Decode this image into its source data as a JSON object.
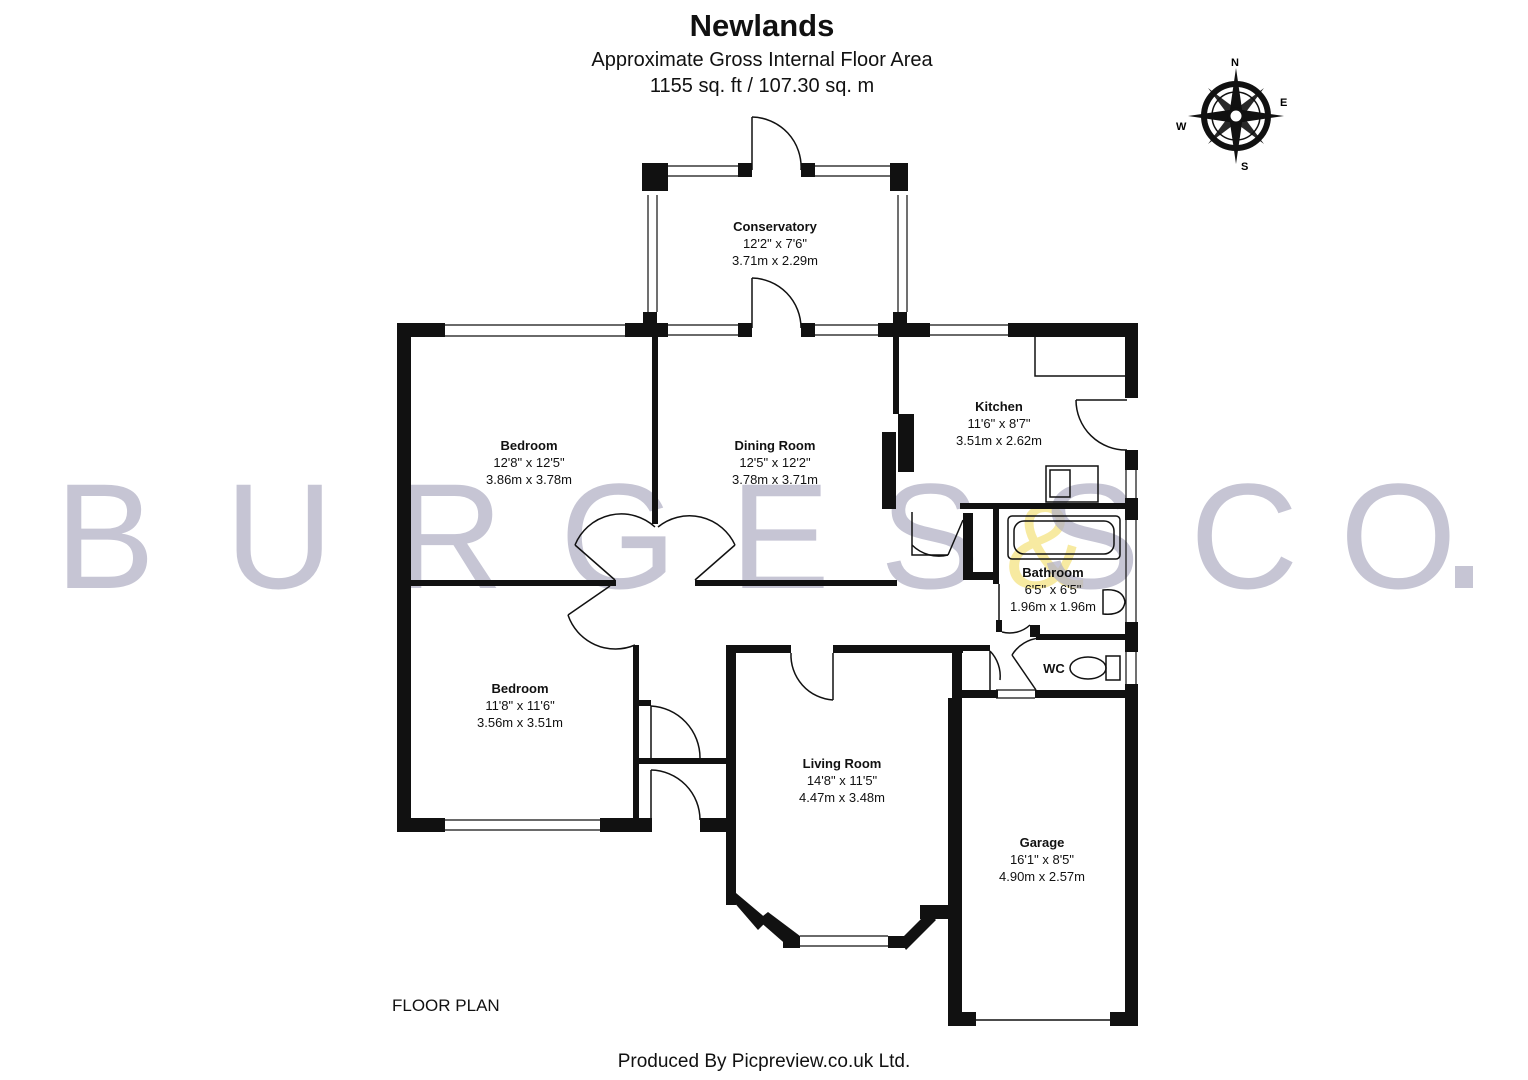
{
  "header": {
    "title": "Newlands",
    "subtitle": "Approximate Gross Internal Floor Area",
    "area": "1155 sq. ft / 107.30 sq. m"
  },
  "compass": {
    "n": "N",
    "e": "E",
    "s": "S",
    "w": "W"
  },
  "watermark": {
    "text": "BURGESS & CO.",
    "color": "#b3b2c6",
    "ampersand_color": "#f5e27a"
  },
  "rooms": {
    "conservatory": {
      "name": "Conservatory",
      "imperial": "12'2\" x 7'6\"",
      "metric": "3.71m x 2.29m"
    },
    "bedroom1": {
      "name": "Bedroom",
      "imperial": "12'8\" x 12'5\"",
      "metric": "3.86m x 3.78m"
    },
    "dining": {
      "name": "Dining Room",
      "imperial": "12'5\" x 12'2\"",
      "metric": "3.78m x 3.71m"
    },
    "kitchen": {
      "name": "Kitchen",
      "imperial": "11'6\" x 8'7\"",
      "metric": "3.51m x 2.62m"
    },
    "bathroom": {
      "name": "Bathroom",
      "imperial": "6'5\" x 6'5\"",
      "metric": "1.96m x 1.96m"
    },
    "wc": {
      "name": "WC"
    },
    "bedroom2": {
      "name": "Bedroom",
      "imperial": "11'8\" x 11'6\"",
      "metric": "3.56m x 3.51m"
    },
    "living": {
      "name": "Living Room",
      "imperial": "14'8\" x 11'5\"",
      "metric": "4.47m x 3.48m"
    },
    "garage": {
      "name": "Garage",
      "imperial": "16'1\" x 8'5\"",
      "metric": "4.90m x 2.57m"
    }
  },
  "floor_label": "FLOOR PLAN",
  "credit": "Produced By Picpreview.co.uk Ltd."
}
